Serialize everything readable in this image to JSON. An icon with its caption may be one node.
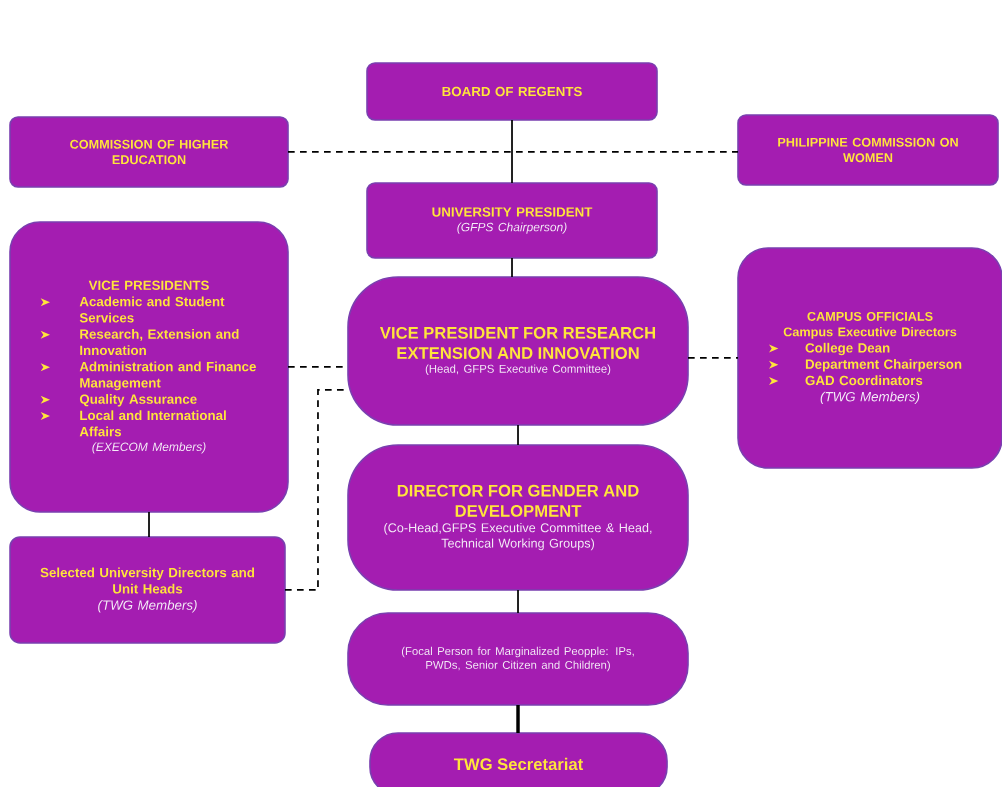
{
  "diagram": {
    "nodes": [
      {
        "text": [
          "BOARD OF REGENTS"
        ]
      },
      {
        "text": [
          "COMMISSION OF HIGHER EDUCATION"
        ]
      },
      {
        "text": [
          "PHILIPPINE COMMISSION ON WOMEN"
        ]
      },
      {
        "text": [
          "UNIVERSITY PRESIDENT",
          "(GFPS Chairperson)"
        ]
      },
      {
        "text": [
          "VICE PRESIDENTS",
          "Academic and Student Services",
          "Research, Extension and Innovation",
          "Administration and Finance Management",
          "Quality Assurance",
          "Local and International Affairs",
          "(EXECOM Members)"
        ]
      },
      {
        "text": [
          "VICE PRESIDENT FOR RESEARCH EXTENSION AND INNOVATION",
          "(Head, GFPS Executive Committee)"
        ]
      },
      {
        "text": [
          "CAMPUS OFFICIALS",
          "Campus Executive Directors",
          "College Dean",
          "Department Chairperson",
          "GAD Coordinators",
          "(TWG Members)"
        ]
      },
      {
        "text": [
          "DIRECTOR FOR GENDER AND DEVELOPMENT",
          "(Co-Head,GFPS Executive Committee & Head, Technical Working Groups)"
        ]
      },
      {
        "text": [
          "Selected University Directors and Unit Heads",
          "(TWG Members)"
        ]
      },
      {
        "text": [
          "(Focal Person for Marginalized Peopple: IPs, PWDs, Senior Citizen and Children)"
        ]
      },
      {
        "text": [
          "TWG Secretariat"
        ]
      }
    ],
    "edges": [
      {
        "from": 0,
        "to": 3,
        "arrow": "none"
      },
      {
        "from": 1,
        "to": 2,
        "arrow": "none",
        "style": "dashed"
      },
      {
        "from": 3,
        "to": 5,
        "arrow": "none"
      },
      {
        "from": 4,
        "to": 5,
        "arrow": "none",
        "style": "dashed"
      },
      {
        "from": 5,
        "to": 6,
        "arrow": "none",
        "style": "dashed"
      },
      {
        "from": 4,
        "to": 8,
        "arrow": "none"
      },
      {
        "from": 8,
        "to": 5,
        "arrow": "none",
        "style": "dashed"
      },
      {
        "from": 5,
        "to": 7,
        "arrow": "none"
      },
      {
        "from": 7,
        "to": 9,
        "arrow": "none"
      },
      {
        "from": 9,
        "to": 10,
        "arrow": "none",
        "style": "thick"
      }
    ]
  }
}
